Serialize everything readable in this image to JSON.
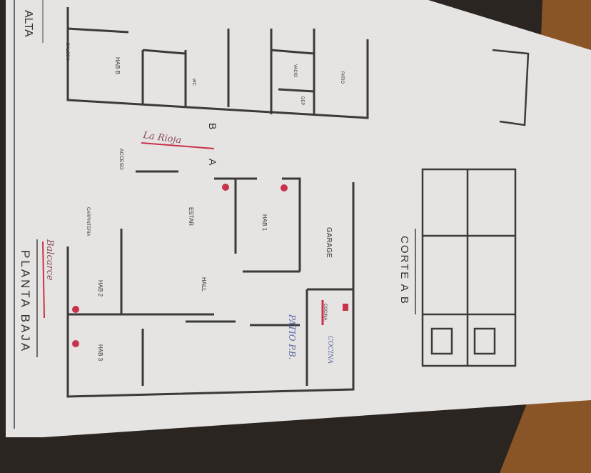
{
  "sheet": {
    "title_top_partial": "ALTA",
    "title_main": "PLANTA BAJA",
    "section_title": "CORTE A B",
    "section_markers": [
      "A",
      "B"
    ]
  },
  "rooms": {
    "estar": "ESTAR",
    "hall": "HALL",
    "garage": "GARAGE",
    "cocina": "COCINA",
    "hab_1": "HAB 1",
    "hab_2": "HAB 2",
    "hab_3": "HAB 3",
    "hab_upper": "HAB B",
    "balcon": "BALCON",
    "vacio": "VACIO",
    "patio": "PATIO",
    "dep": "DEP",
    "wc": "WC",
    "carpinteria": "CARPINTERIA",
    "acceso": "ACCESO"
  },
  "handwritten": {
    "street_top": "La Rioja",
    "street_left": "Balcarce",
    "patio_note": "PATIO P.B.",
    "cocina_note": "COCINA"
  },
  "colors": {
    "paper": "#e6e4e2",
    "ink": "#3a3a3a",
    "red_marker": "#c8324a",
    "blue_pen": "#5a6aa8",
    "background": "#2b2522",
    "wood": "#8a5526"
  }
}
